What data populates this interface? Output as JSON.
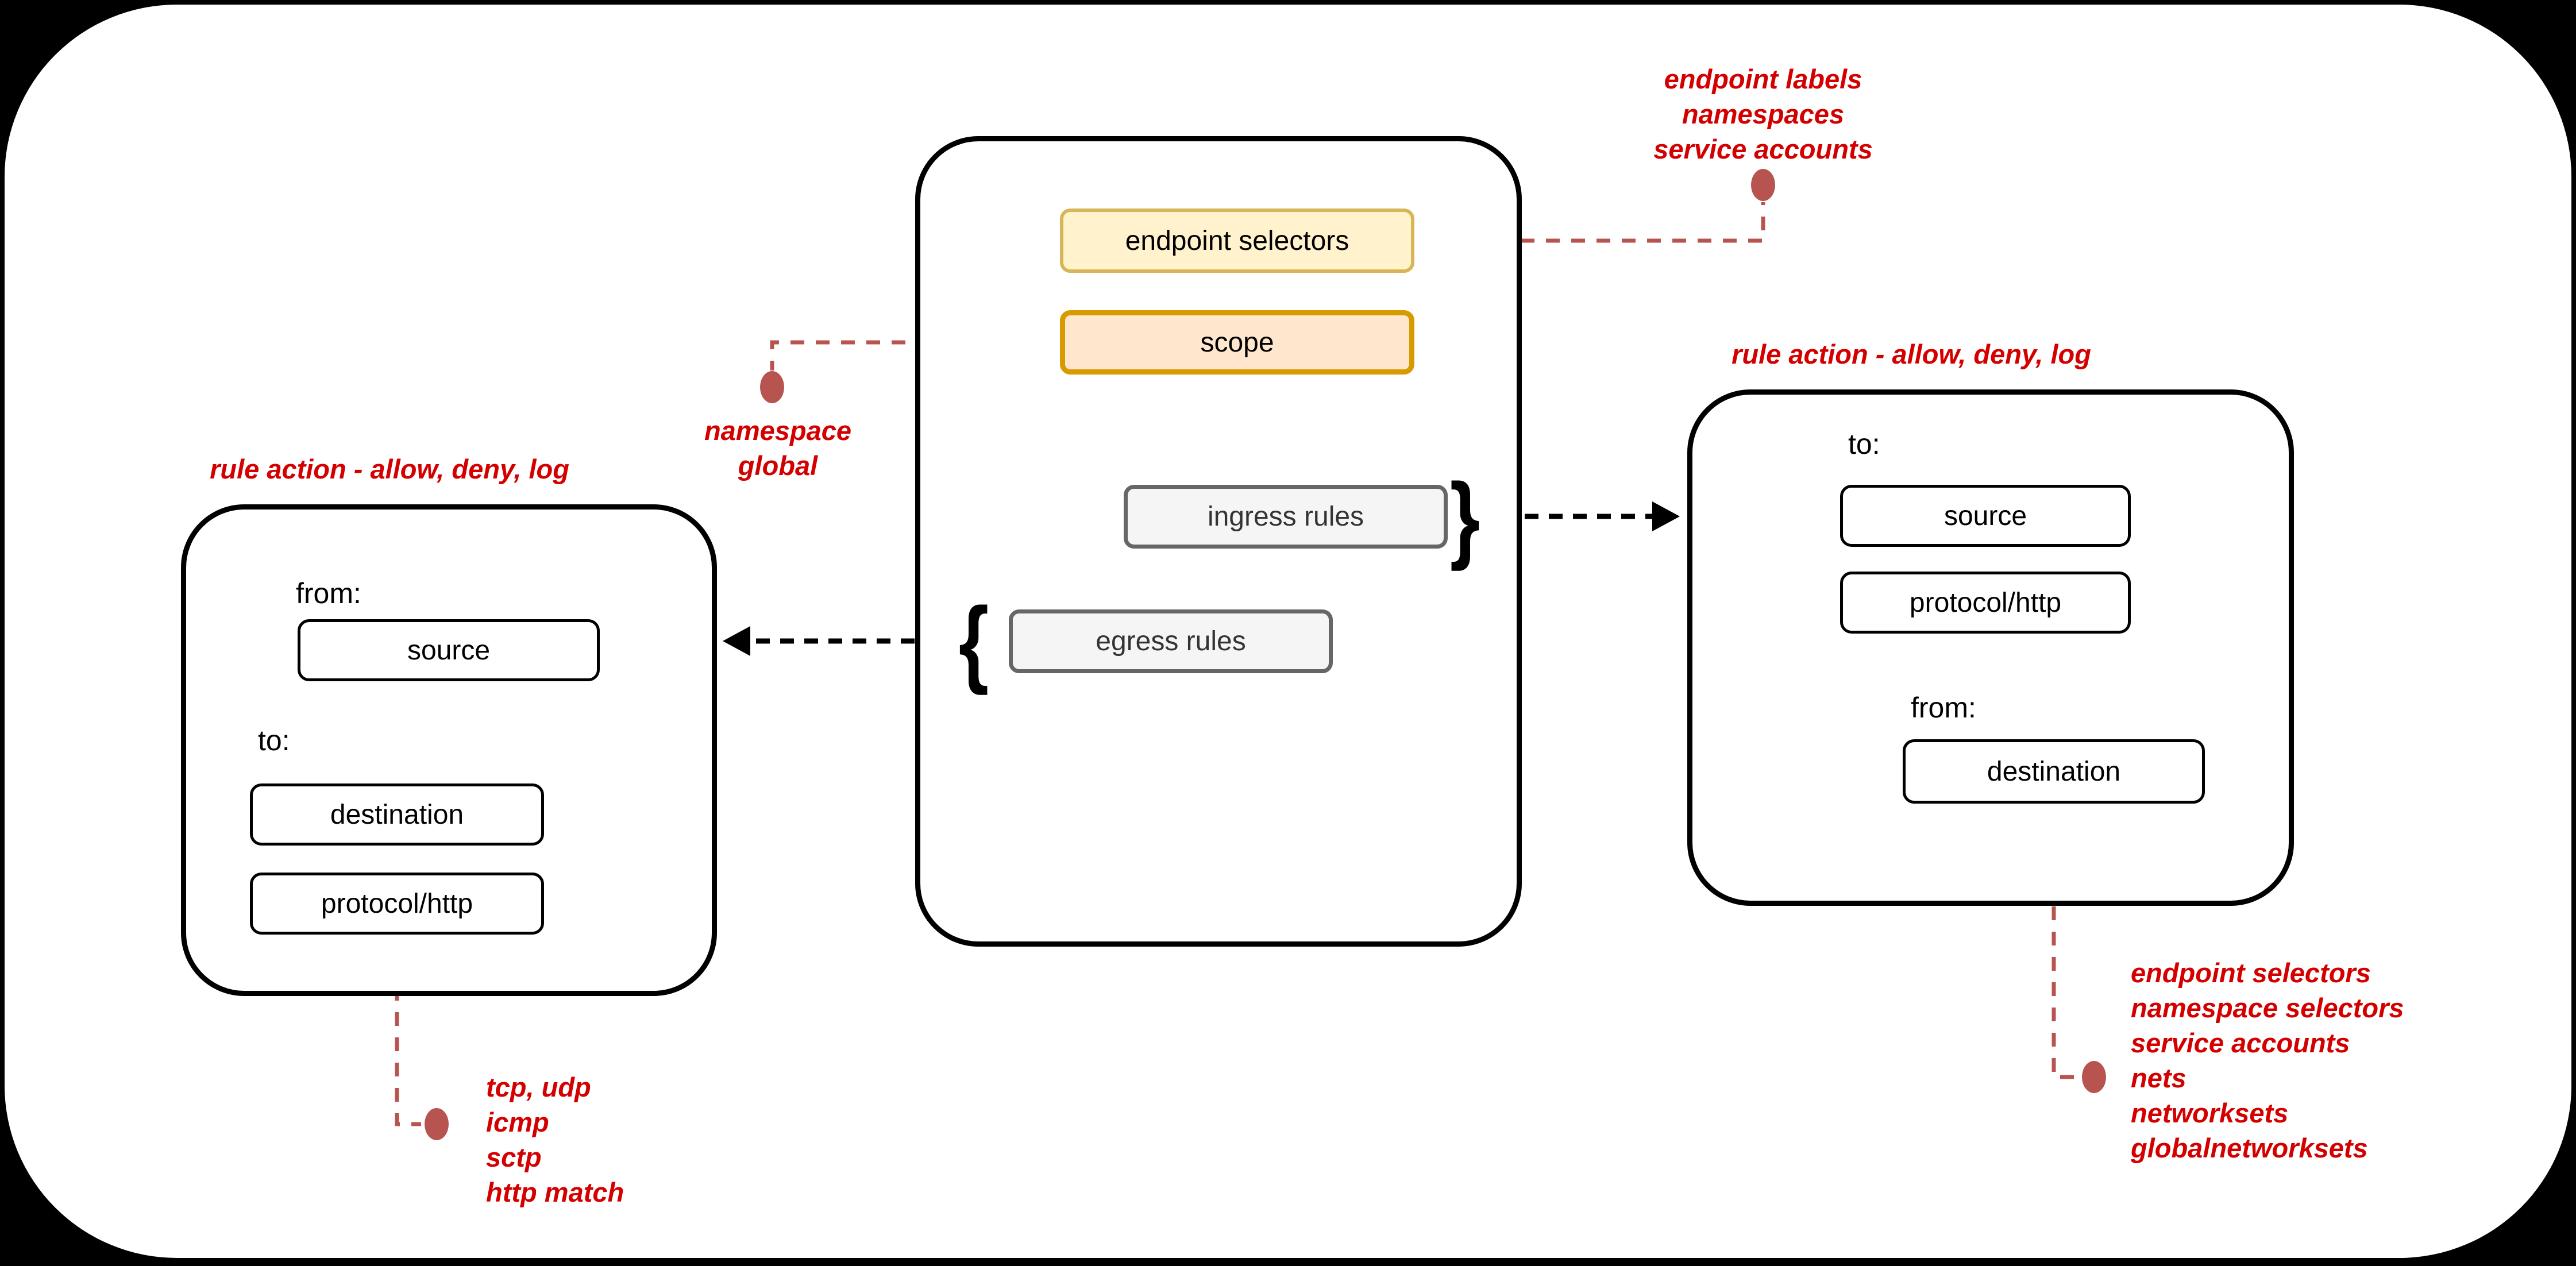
{
  "colors": {
    "background": "#000000",
    "canvas": "#ffffff",
    "yellow_fill": "#FFF2CC",
    "yellow_border": "#D6B656",
    "orange_fill": "#FFE6CC",
    "orange_border": "#D79B00",
    "gray_fill": "#F5F5F5",
    "gray_border": "#666666",
    "red_text": "#D40000",
    "red_connector": "#B85450",
    "line_black": "#000000"
  },
  "policy_box": {
    "endpoint_selectors": "endpoint selectors",
    "scope": "scope",
    "ingress_rules": "ingress rules",
    "egress_rules": "egress rules"
  },
  "braces": {
    "ingress": "}",
    "egress": "{"
  },
  "egress_rule_box": {
    "title": "rule action - allow, deny, log",
    "from_label": "from:",
    "source": "source",
    "to_label": "to:",
    "destination": "destination",
    "protocol": "protocol/http"
  },
  "ingress_rule_box": {
    "title": "rule action - allow, deny, log",
    "to_label": "to:",
    "source": "source",
    "protocol": "protocol/http",
    "from_label": "from:",
    "destination": "destination"
  },
  "annotations": {
    "endpoint_selectors": {
      "lines": [
        "endpoint labels",
        "namespaces",
        "service accounts"
      ]
    },
    "scope": {
      "lines": [
        "namespace",
        "global"
      ]
    },
    "protocol_egress": {
      "lines": [
        "tcp, udp",
        "icmp",
        "sctp",
        "http match"
      ]
    },
    "destination_ingress": {
      "lines": [
        "endpoint selectors",
        "namespace selectors",
        "service accounts",
        "nets",
        "networksets",
        "globalnetworksets"
      ]
    }
  }
}
